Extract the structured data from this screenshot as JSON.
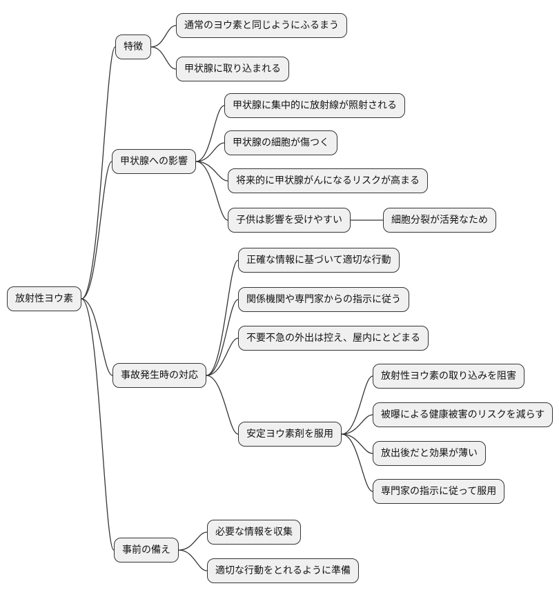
{
  "style": {
    "background": "#ffffff",
    "node_fill": "#f0f0f0",
    "node_border": "#333333",
    "edge_color": "#333333",
    "text_color": "#111111"
  },
  "mindmap": {
    "root": {
      "label": "放射性ヨウ素",
      "children": [
        {
          "label": "特徴",
          "children": [
            {
              "label": "通常のヨウ素と同じようにふるまう"
            },
            {
              "label": "甲状腺に取り込まれる"
            }
          ]
        },
        {
          "label": "甲状腺への影響",
          "children": [
            {
              "label": "甲状腺に集中的に放射線が照射される"
            },
            {
              "label": "甲状腺の細胞が傷つく"
            },
            {
              "label": "将来的に甲状腺がんになるリスクが高まる"
            },
            {
              "label": "子供は影響を受けやすい",
              "children": [
                {
                  "label": "細胞分裂が活発なため"
                }
              ]
            }
          ]
        },
        {
          "label": "事故発生時の対応",
          "children": [
            {
              "label": "正確な情報に基づいて適切な行動"
            },
            {
              "label": "関係機関や専門家からの指示に従う"
            },
            {
              "label": "不要不急の外出は控え、屋内にとどまる"
            },
            {
              "label": "安定ヨウ素剤を服用",
              "children": [
                {
                  "label": "放射性ヨウ素の取り込みを阻害"
                },
                {
                  "label": "被曝による健康被害のリスクを減らす"
                },
                {
                  "label": "放出後だと効果が薄い"
                },
                {
                  "label": "専門家の指示に従って服用"
                }
              ]
            }
          ]
        },
        {
          "label": "事前の備え",
          "children": [
            {
              "label": "必要な情報を収集"
            },
            {
              "label": "適切な行動をとれるように準備"
            }
          ]
        }
      ]
    }
  }
}
